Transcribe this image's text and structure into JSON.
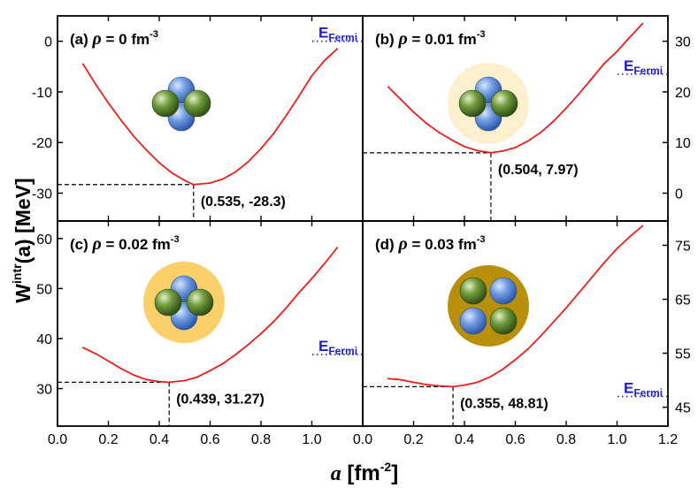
{
  "figure": {
    "ylabel": "W^intr(a) [MeV]",
    "ylabel_parts": {
      "main": "W",
      "sup": "intr",
      "arg": "(a) [MeV]"
    },
    "xlabel_parts": {
      "var": "a",
      "unit_open": " [fm",
      "unit_sup": "-2",
      "unit_close": "]"
    },
    "xticks_left": [
      "0.0",
      "0.2",
      "0.4",
      "0.6",
      "0.8",
      "1.0"
    ],
    "xticks_right": [
      "0.0",
      "0.2",
      "0.4",
      "0.6",
      "0.8",
      "1.0",
      "1.2"
    ],
    "fermi_label": {
      "main": "E",
      "sub": "Fermi"
    },
    "colors": {
      "curve": "#e8201a",
      "fermi": "#1a1adc",
      "axes": "#000000",
      "guide": "#000000"
    }
  },
  "chart_data": [
    {
      "type": "line",
      "panel": "a",
      "label_prefix": "(a)",
      "rho_symbol": "ρ",
      "rho_value": "= 0 fm",
      "rho_exp": "-3",
      "xlim": [
        0.0,
        1.2
      ],
      "ylim": [
        -35.5,
        5.0
      ],
      "yticks": [
        0,
        -10,
        -20,
        -30
      ],
      "ytick_side": "left",
      "x": [
        0.1,
        0.15,
        0.2,
        0.25,
        0.3,
        0.35,
        0.4,
        0.45,
        0.5,
        0.535,
        0.6,
        0.65,
        0.7,
        0.75,
        0.8,
        0.85,
        0.9,
        0.95,
        1.0,
        1.05,
        1.1
      ],
      "y": [
        -4.5,
        -8.5,
        -12.2,
        -15.6,
        -18.8,
        -21.5,
        -24.0,
        -26.0,
        -27.5,
        -28.3,
        -28.0,
        -27.2,
        -25.8,
        -23.8,
        -21.2,
        -18.2,
        -14.6,
        -10.8,
        -6.8,
        -3.8,
        -1.5
      ],
      "min_point": {
        "x": 0.535,
        "y": -28.3
      },
      "min_label": "(0.535, -28.3)",
      "fermi_y": 0.0,
      "cluster": {
        "bg": null,
        "style": "tetra"
      }
    },
    {
      "type": "line",
      "panel": "b",
      "label_prefix": "(b)",
      "rho_symbol": "ρ",
      "rho_value": "= 0.01 fm",
      "rho_exp": "-3",
      "xlim": [
        0.0,
        1.2
      ],
      "ylim": [
        -5.5,
        35.0
      ],
      "yticks": [
        0,
        10,
        20,
        30
      ],
      "ytick_side": "right",
      "x": [
        0.1,
        0.15,
        0.2,
        0.25,
        0.3,
        0.35,
        0.4,
        0.45,
        0.504,
        0.55,
        0.6,
        0.65,
        0.7,
        0.75,
        0.8,
        0.85,
        0.9,
        0.95,
        1.0,
        1.05,
        1.1
      ],
      "y": [
        21.0,
        18.5,
        16.0,
        13.8,
        12.0,
        10.5,
        9.2,
        8.4,
        7.97,
        8.3,
        9.0,
        10.3,
        12.0,
        14.2,
        16.8,
        19.6,
        22.6,
        25.6,
        28.0,
        30.8,
        33.5
      ],
      "min_point": {
        "x": 0.504,
        "y": 7.97
      },
      "min_label": "(0.504, 7.97)",
      "fermi_y": 23.5,
      "cluster": {
        "bg": "#fdf0cf",
        "style": "tetra"
      }
    },
    {
      "type": "line",
      "panel": "c",
      "label_prefix": "(c)",
      "rho_symbol": "ρ",
      "rho_value": "= 0.02 fm",
      "rho_exp": "-3",
      "xlim": [
        0.0,
        1.2
      ],
      "ylim": [
        22.5,
        63.5
      ],
      "yticks": [
        30,
        40,
        50,
        60
      ],
      "ytick_side": "left",
      "x": [
        0.1,
        0.15,
        0.2,
        0.25,
        0.3,
        0.35,
        0.4,
        0.439,
        0.5,
        0.55,
        0.6,
        0.65,
        0.7,
        0.75,
        0.8,
        0.85,
        0.9,
        0.95,
        1.0,
        1.05,
        1.1
      ],
      "y": [
        38.2,
        37.0,
        35.5,
        34.0,
        32.7,
        31.8,
        31.4,
        31.27,
        31.6,
        32.3,
        33.6,
        35.0,
        36.8,
        38.8,
        41.0,
        43.4,
        46.2,
        49.2,
        52.0,
        55.0,
        58.2
      ],
      "min_point": {
        "x": 0.439,
        "y": 31.27
      },
      "min_label": "(0.439, 31.27)",
      "fermi_y": 36.8,
      "cluster": {
        "bg": "#fbcf6a",
        "style": "tetra"
      }
    },
    {
      "type": "line",
      "panel": "d",
      "label_prefix": "(d)",
      "rho_symbol": "ρ",
      "rho_value": "= 0.03 fm",
      "rho_exp": "-3",
      "xlim": [
        0.0,
        1.2
      ],
      "ylim": [
        41.5,
        79.5
      ],
      "yticks": [
        45,
        55,
        65,
        75
      ],
      "ytick_side": "right",
      "x": [
        0.1,
        0.15,
        0.2,
        0.25,
        0.3,
        0.355,
        0.4,
        0.45,
        0.5,
        0.55,
        0.6,
        0.65,
        0.7,
        0.75,
        0.8,
        0.85,
        0.9,
        0.95,
        1.0,
        1.05,
        1.1
      ],
      "y": [
        50.3,
        50.1,
        49.6,
        49.2,
        48.95,
        48.81,
        49.1,
        49.6,
        50.6,
        52.0,
        53.8,
        55.8,
        58.2,
        60.8,
        63.4,
        66.2,
        69.0,
        71.8,
        74.4,
        76.6,
        78.6
      ],
      "min_point": {
        "x": 0.355,
        "y": 48.81
      },
      "min_label": "(0.355, 48.81)",
      "fermi_y": 47.0,
      "cluster": {
        "bg": "#b8900b",
        "style": "square"
      }
    }
  ]
}
